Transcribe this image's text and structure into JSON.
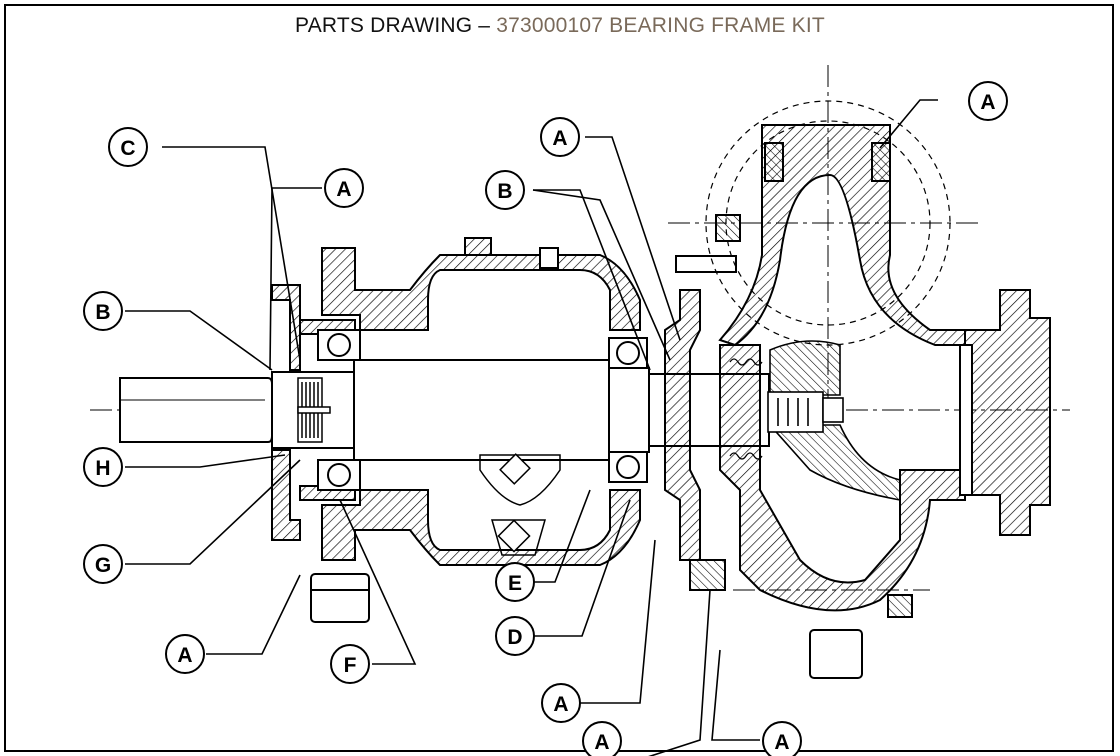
{
  "title": {
    "prefix": "PARTS DRAWING – ",
    "part_number": "373000107 BEARING FRAME KIT"
  },
  "callouts": [
    {
      "id": "c1",
      "label": "A"
    },
    {
      "id": "c2",
      "label": "C"
    },
    {
      "id": "c3",
      "label": "A"
    },
    {
      "id": "c4",
      "label": "A"
    },
    {
      "id": "c5",
      "label": "B"
    },
    {
      "id": "c6",
      "label": "B"
    },
    {
      "id": "c7",
      "label": "H"
    },
    {
      "id": "c8",
      "label": "G"
    },
    {
      "id": "c9",
      "label": "A"
    },
    {
      "id": "c10",
      "label": "F"
    },
    {
      "id": "c11",
      "label": "E"
    },
    {
      "id": "c12",
      "label": "D"
    },
    {
      "id": "c13",
      "label": "A"
    },
    {
      "id": "c14",
      "label": "A"
    },
    {
      "id": "c15",
      "label": "A"
    }
  ],
  "colors": {
    "line": "#000000",
    "title_accent": "#7a6a5a",
    "background": "#ffffff"
  }
}
